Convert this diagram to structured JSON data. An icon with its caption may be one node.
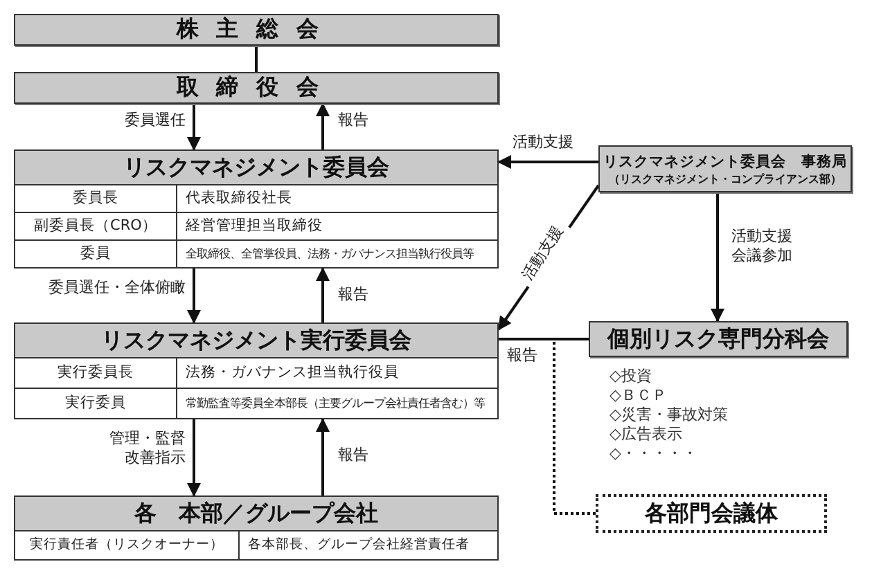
{
  "diagram": {
    "nodes": [
      {
        "text": [
          "株主総会"
        ]
      },
      {
        "text": [
          "取締役会"
        ]
      },
      {
        "text": [
          "リスクマネジメント委員会",
          "委員長",
          "代表取締役社長",
          "副委員長（CRO）",
          "経営管理担当取締役",
          "委員",
          "全取締役、全管掌役員、法務・ガバナンス担当執行役員等"
        ]
      },
      {
        "text": [
          "リスクマネジメント実行委員会",
          "実行委員長",
          "法務・ガバナンス担当執行役員",
          "実行委員",
          "常勤監査等委員全本部長（主要グループ会社責任者含む）等"
        ]
      },
      {
        "text": [
          "各　本部／グループ会社",
          "実行責任者（リスクオーナー）",
          "各本部長、グループ会社経営責任者"
        ]
      },
      {
        "text": [
          "リスクマネジメント委員会　事務局",
          "（リスクマネジメント・コンプライアンス部）"
        ]
      },
      {
        "text": [
          "個別リスク専門分科会"
        ],
        "beside": [
          "◇投資",
          "◇ＢＣＰ",
          "◇災害・事故対策",
          "◇広告表示",
          "◇・・・・・"
        ]
      },
      {
        "text": [
          "各部門会議体"
        ]
      }
    ],
    "edges": [
      {
        "from": 0,
        "to": 1,
        "arrow": "none"
      },
      {
        "from": 1,
        "to": 2,
        "arrow": "to",
        "label": "委員選任"
      },
      {
        "from": 2,
        "to": 1,
        "arrow": "to",
        "label": "報告"
      },
      {
        "from": 2,
        "to": 3,
        "arrow": "to",
        "label": "委員選任・全体俯瞰"
      },
      {
        "from": 3,
        "to": 2,
        "arrow": "to",
        "label": "報告"
      },
      {
        "from": 3,
        "to": 4,
        "arrow": "to",
        "label": "管理・監督改善指示"
      },
      {
        "from": 4,
        "to": 3,
        "arrow": "to",
        "label": "報告"
      },
      {
        "from": 5,
        "to": 2,
        "arrow": "to",
        "label": "活動支援"
      },
      {
        "from": 5,
        "to": 3,
        "arrow": "to",
        "label": "活動支援"
      },
      {
        "from": 5,
        "to": 6,
        "arrow": "to",
        "label": "活動支援会議参加"
      },
      {
        "from": 6,
        "to": 3,
        "arrow": "none",
        "label": "報告"
      },
      {
        "from": 7,
        "to": 3,
        "arrow": "none",
        "style": "dashed"
      }
    ]
  }
}
